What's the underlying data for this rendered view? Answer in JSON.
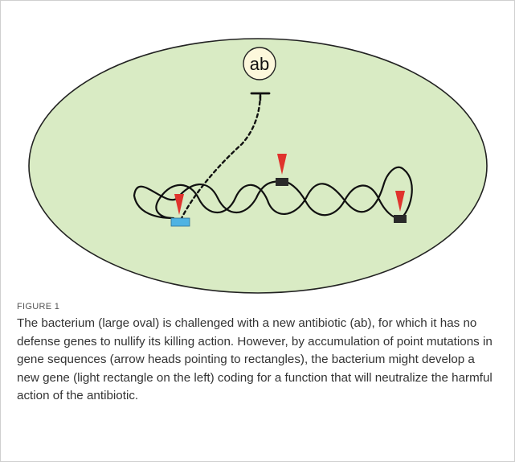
{
  "figure": {
    "antibiotic_label": "ab",
    "label": "FIGURE 1",
    "caption": "The bacterium (large oval) is challenged with a new antibiotic (ab), for which it has no defense genes to nullify its killing action. However, by accumulation of point mutations in gene sequences (arrow heads pointing to rectangles), the bacterium might develop a new gene (light rectangle on the left) coding for a function that will neutralize the harmful action of the antibiotic."
  },
  "colors": {
    "cell_fill": "#d9ebc4",
    "cell_stroke": "#222222",
    "antibiotic_fill": "#fdf8dc",
    "arrowhead": "#e0332d",
    "new_gene": "#4fb3e3",
    "old_gene": "#2a2a2a"
  },
  "icons": {
    "mutation_marker": "red-triangle-arrowhead",
    "inhibition": "t-bar-inhibition"
  }
}
